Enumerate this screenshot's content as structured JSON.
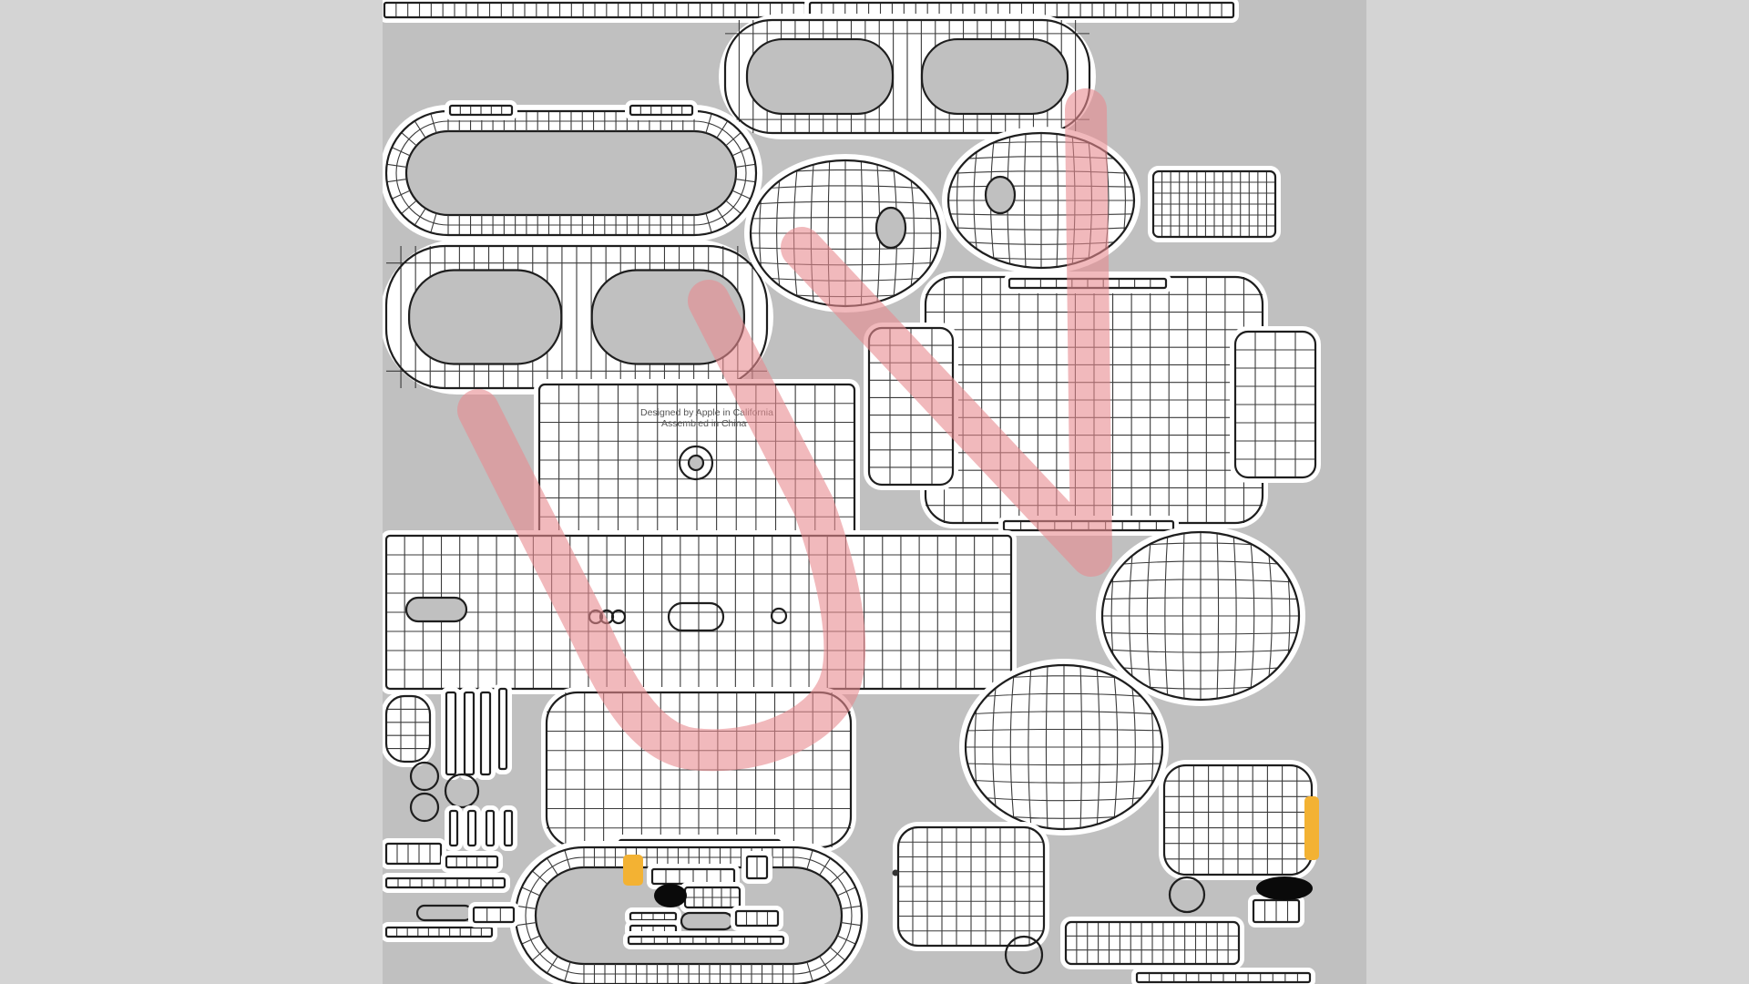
{
  "canvas": {
    "background_color": "#d4d4d4",
    "atlas_color": "#c0c0c0",
    "island_color": "#ffffff",
    "wire_color": "#3a3a3a",
    "edge_color": "#1e1e1e"
  },
  "watermark": {
    "text": "UV",
    "color": "#e88a8f"
  },
  "texture_labels": {
    "line1": "Designed by Apple in California",
    "line2": "Assembled in China"
  },
  "markers": {
    "highlight_color": "#f3b233",
    "block_color": "#0a0a0a"
  },
  "icons": [
    "uv-island-icon",
    "screw-hole-icon",
    "label-highlight-icon",
    "filled-block-icon"
  ]
}
